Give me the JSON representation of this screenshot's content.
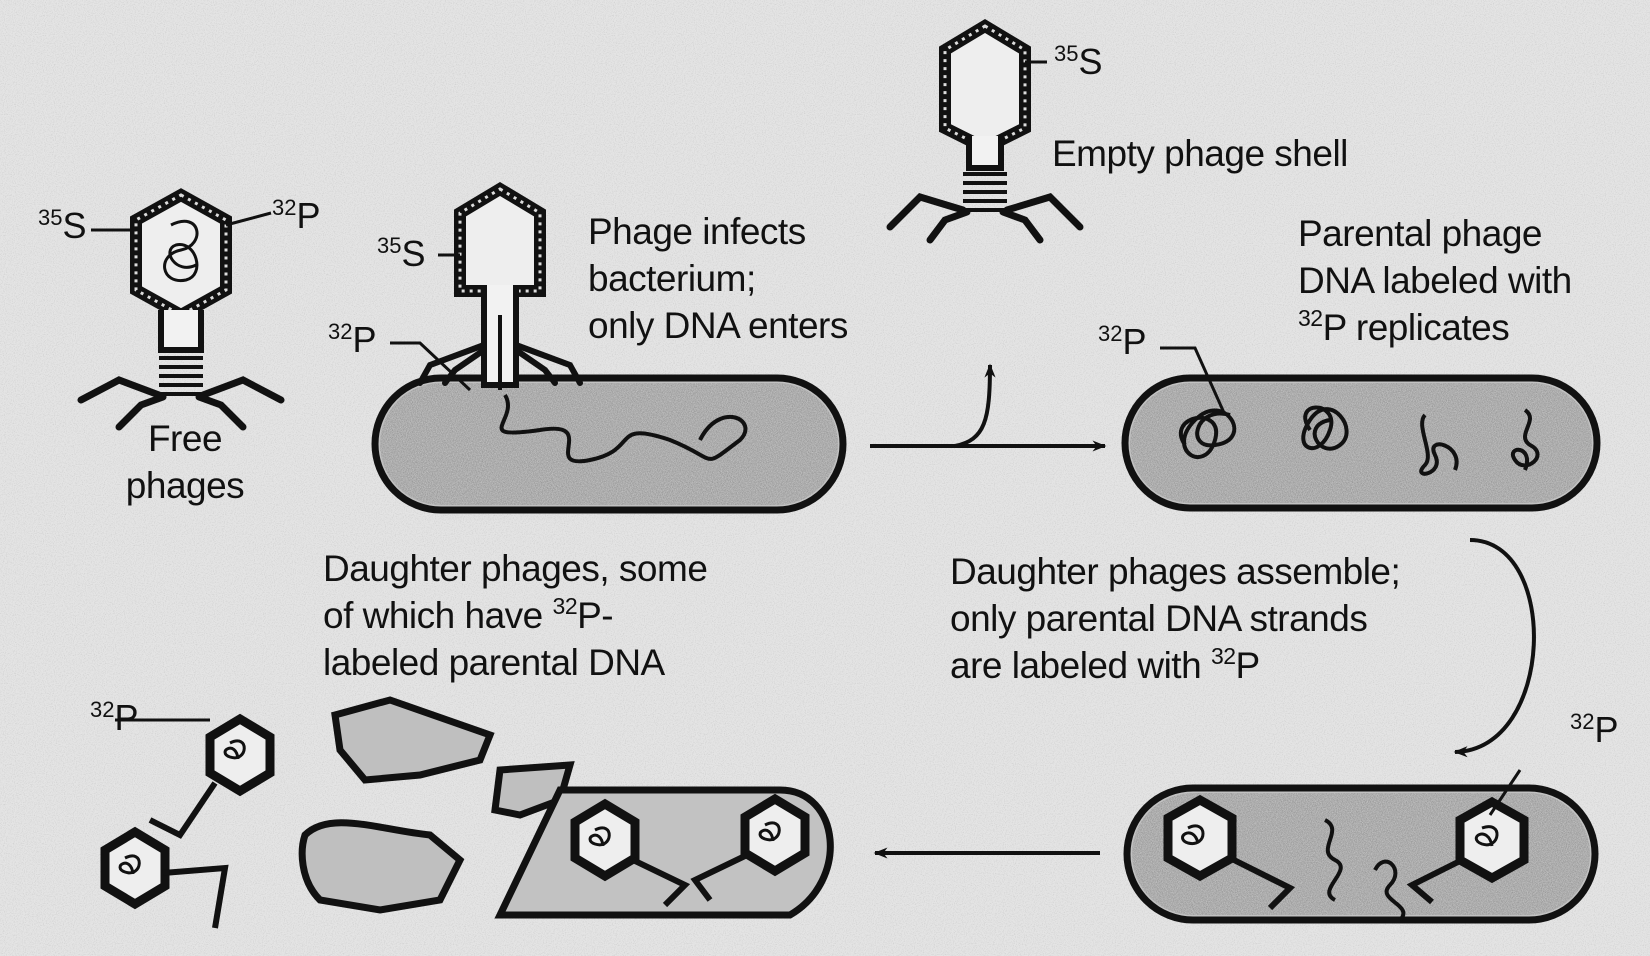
{
  "isotope_labels": {
    "s35": {
      "mass": "35",
      "symbol": "S"
    },
    "p32": {
      "mass": "32",
      "symbol": "P"
    }
  },
  "captions": {
    "free_phages": [
      "Free",
      "phages"
    ],
    "infects": [
      "Phage infects",
      "bacterium;",
      "only DNA enters"
    ],
    "empty_shell": "Empty phage shell",
    "replicates": {
      "line1": "Parental phage",
      "line2": "DNA labeled with",
      "line3_sup": "32",
      "line3_rest": "P replicates"
    },
    "assemble": {
      "line1": "Daughter phages assemble;",
      "line2": "only parental DNA strands",
      "line3_pre": "are labeled with ",
      "line3_sup": "32",
      "line3_post": "P"
    },
    "daughter": {
      "line1": "Daughter phages, some",
      "line2_pre": "of which have ",
      "line2_sup": "32",
      "line2_post": "P-",
      "line3": "labeled parental DNA"
    }
  },
  "colors": {
    "ink": "#111111",
    "paper": "#e4e4e4",
    "cell_fill": "#bdbdbd"
  }
}
